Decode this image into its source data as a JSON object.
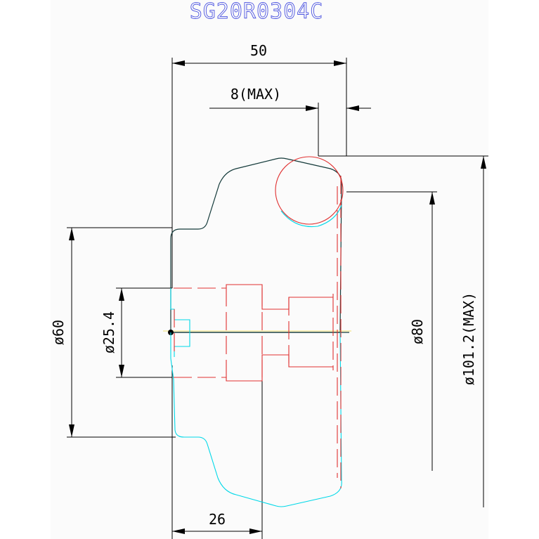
{
  "part_number": "SG20R0304C",
  "dimensions": {
    "overall_width": "50",
    "max_offset": "8(MAX)",
    "diameter_max": "ø101.2(MAX)",
    "diameter_80": "ø80",
    "diameter_60": "ø60",
    "bore": "ø25.4",
    "hub_width": "26"
  },
  "colors": {
    "title": "#4a52e0",
    "outline": "#143a3a",
    "lower_half": "#00d8e8",
    "hidden_lines": "#e03030",
    "center_mark": "#f0e070"
  }
}
